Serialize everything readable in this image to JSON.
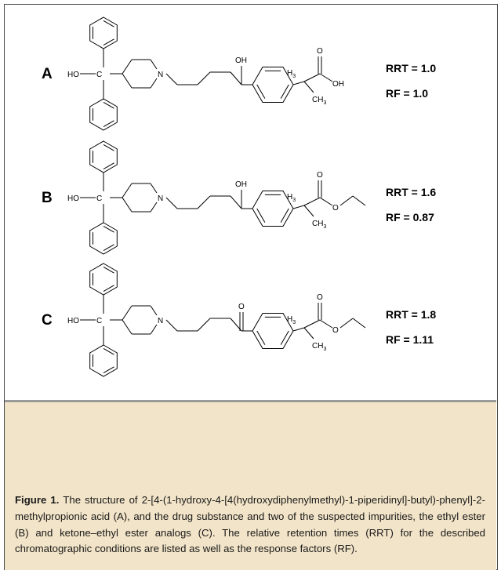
{
  "figure": {
    "rows": [
      {
        "label": "A",
        "rrt": "RRT = 1.0",
        "rf": "RF = 1.0"
      },
      {
        "label": "B",
        "rrt": "RRT = 1.6",
        "rf": "RF = 0.87"
      },
      {
        "label": "C",
        "rrt": "RRT = 1.8",
        "rf": "RF = 1.11"
      }
    ],
    "atoms": {
      "ho": "HO",
      "c": "C",
      "n": "N",
      "oh": "OH",
      "o": "O",
      "h3c": "H",
      "ch3": "CH",
      "three": "3"
    }
  },
  "caption": {
    "bold": "Figure 1.",
    "text": " The structure of 2-[4-(1-hydroxy-4-[4(hydroxydiphenylmethyl)-1-piperidinyl]-butyl)-phenyl]-2-methylpropionic acid (A), and the drug substance and two of the suspected impurities, the ethyl ester (B) and ketone–ethyl ester analogs (C). The relative retention times (RRT) for the described chromatographic conditions are listed as well as the response factors (RF)."
  }
}
